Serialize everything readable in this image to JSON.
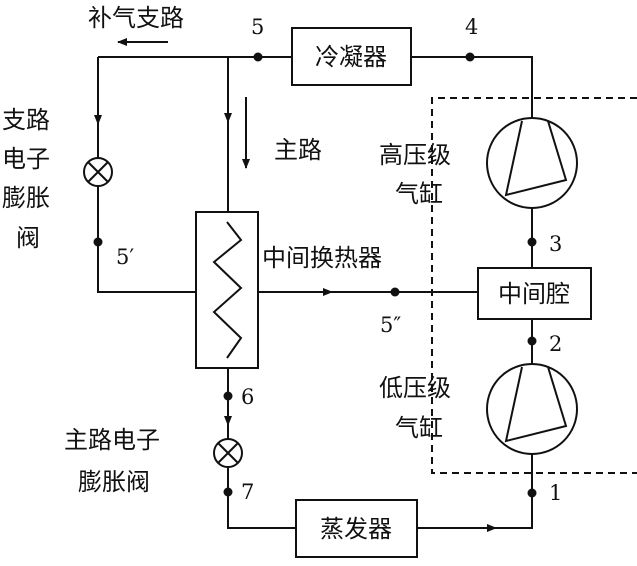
{
  "components": {
    "condenser": "冷凝器",
    "evaporator": "蒸发器",
    "intermediate_hx": "中间换热器",
    "intermediate_chamber": "中间腔",
    "high_stage_cylinder": [
      "高压级",
      "气缸"
    ],
    "low_stage_cylinder": [
      "低压级",
      "气缸"
    ],
    "branch_eev": [
      "支路",
      "电子",
      "膨胀",
      "阀"
    ],
    "main_eev": [
      "主路电子",
      "膨胀阀"
    ]
  },
  "flow_labels": {
    "supplement_branch": "补气支路",
    "main_path": "主路"
  },
  "state_points": {
    "p1": "1",
    "p2": "2",
    "p3": "3",
    "p4": "4",
    "p5": "5",
    "p5_prime": "5′",
    "p5_double_prime": "5″",
    "p6": "6",
    "p7": "7"
  },
  "colors": {
    "stroke": "#111111",
    "background": "#ffffff"
  }
}
